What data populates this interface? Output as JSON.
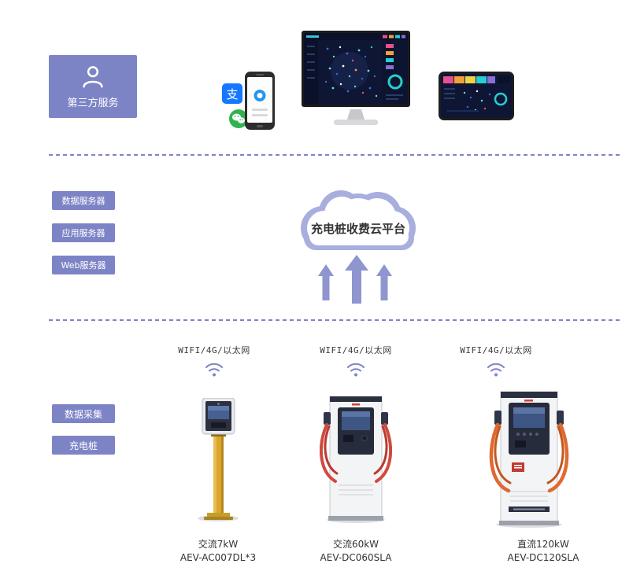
{
  "colors": {
    "accent_purple": "#7d84c6",
    "cloud_purple": "#a8aedd",
    "arrow_purple": "#8f95cf",
    "charger_yellow": "#d9a62e",
    "cable_red": "#d04a3e",
    "cable_orange": "#df6a30"
  },
  "top_section": {
    "third_party_label": "第三方服务",
    "alipay_glyph": "支"
  },
  "middle_section": {
    "server_labels": [
      "数据服务器",
      "应用服务器",
      "Web服务器"
    ],
    "cloud_label": "充电桩收费云平台"
  },
  "bottom_section": {
    "side_labels": [
      "数据采集",
      "充电桩"
    ],
    "network_label": "WIFI/4G/以太网",
    "chargers": [
      {
        "power": "交流7kW",
        "model": "AEV-AC007DL*3"
      },
      {
        "power": "交流60kW",
        "model": "AEV-DC060SLA"
      },
      {
        "power": "直流120kW",
        "model": "AEV-DC120SLA"
      }
    ]
  }
}
